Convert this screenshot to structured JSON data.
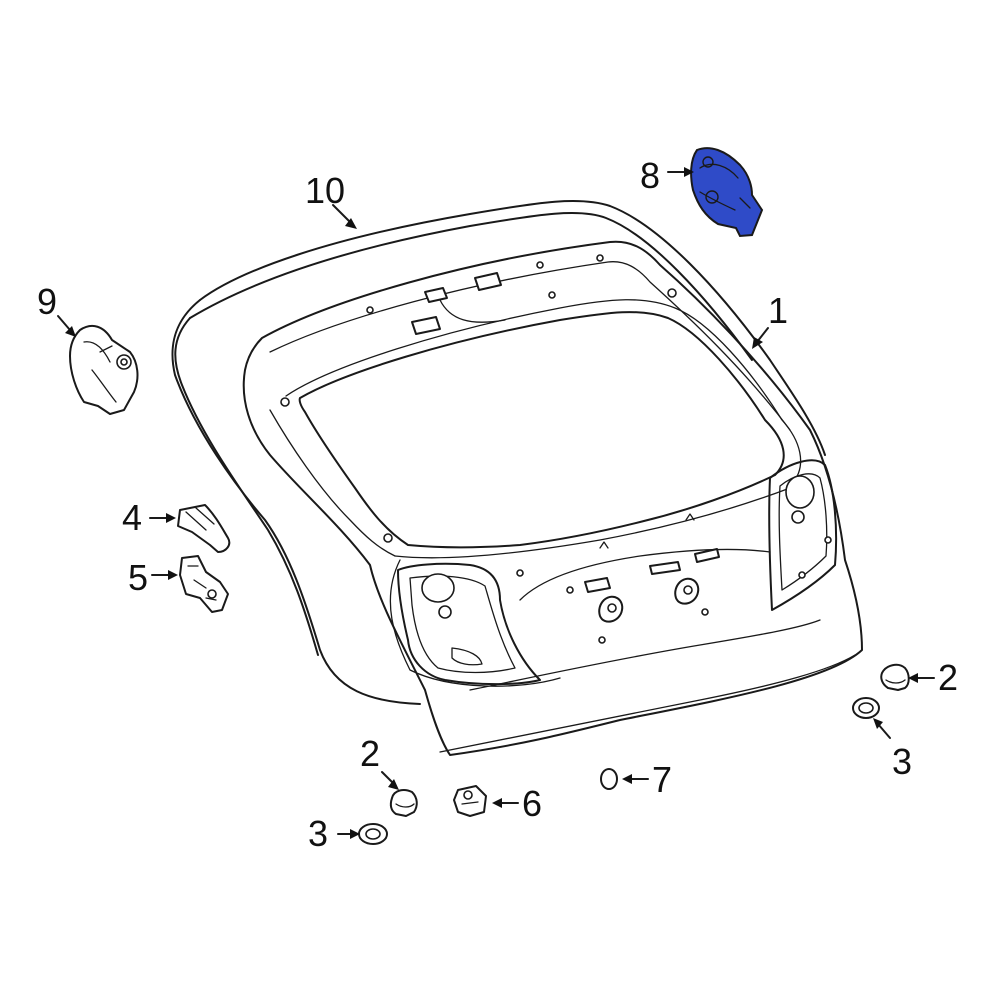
{
  "callouts": {
    "c1": "1",
    "c2a": "2",
    "c2b": "2",
    "c3a": "3",
    "c3b": "3",
    "c4": "4",
    "c5": "5",
    "c6": "6",
    "c7": "7",
    "c8": "8",
    "c9": "9",
    "c10": "10"
  },
  "colors": {
    "highlight": "#2f4bc8",
    "line": "#1a1a1a"
  }
}
